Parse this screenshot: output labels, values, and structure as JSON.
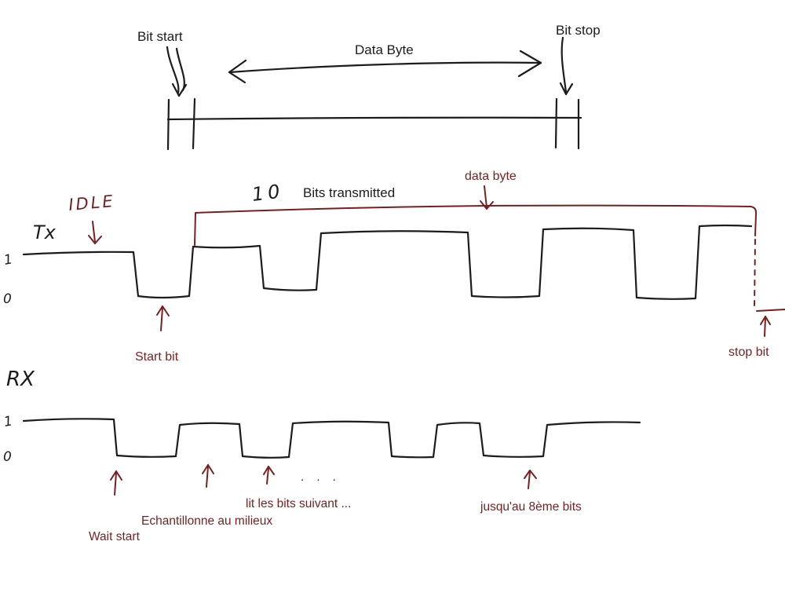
{
  "colors": {
    "ink": "#1c1c1c",
    "annotation": "#7a1f1f"
  },
  "ruler": {
    "bit_start": "Bit start",
    "data_byte": "Data Byte",
    "bit_stop": "Bit stop"
  },
  "tx": {
    "signal_label": "Tx",
    "idle_label": "IDLE",
    "level_one": "1",
    "level_zero": "0",
    "ten": "10",
    "bits_transmitted": "Bits transmitted",
    "data_byte_label": "data byte",
    "start_bit_label": "Start bit",
    "stop_bit_label": "stop bit"
  },
  "rx": {
    "signal_label": "RX",
    "level_one": "1",
    "level_zero": "0",
    "dots": ". . .",
    "wait_start_label": "Wait start",
    "sample_middle_label": "Echantillonne au milieux",
    "read_next_bits_label": "lit les bits suivant ...",
    "until_8th_bit_label": "jusqu'au 8ème bits"
  }
}
